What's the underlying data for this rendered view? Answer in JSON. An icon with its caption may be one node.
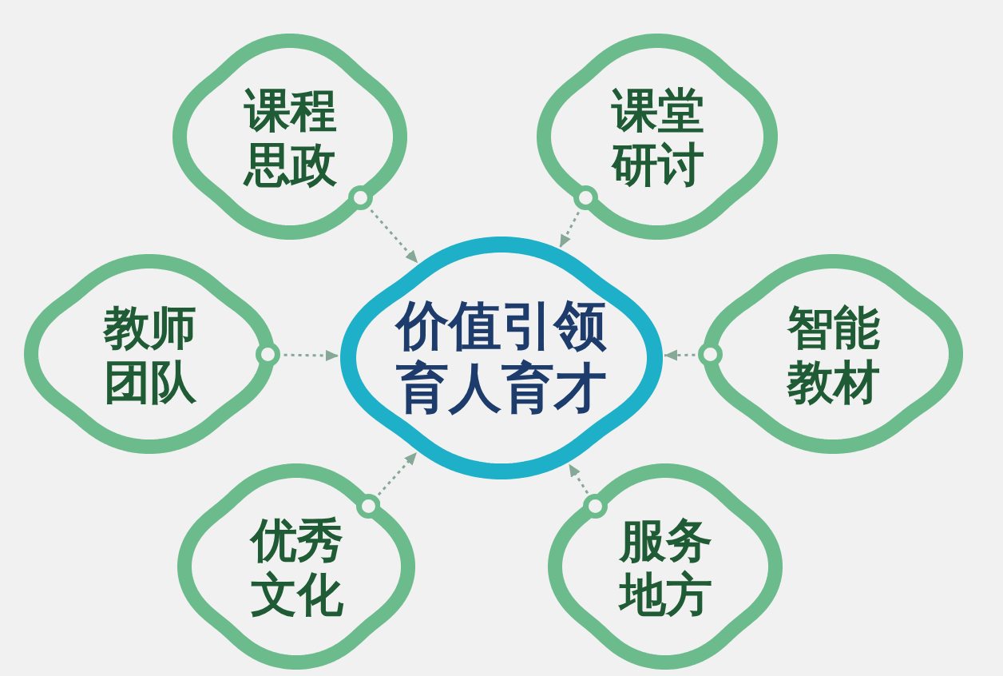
{
  "diagram": {
    "nodes": [
      {
        "text": [
          "课程思政"
        ]
      },
      {
        "text": [
          "课堂研讨"
        ]
      },
      {
        "text": [
          "教师团队"
        ]
      },
      {
        "text": [
          "价值引领育人育才"
        ]
      },
      {
        "text": [
          "智能教材"
        ]
      },
      {
        "text": [
          "优秀文化"
        ]
      },
      {
        "text": [
          "服务地方"
        ]
      }
    ],
    "edges": [
      {
        "from": 0,
        "to": 3,
        "arrow": "to",
        "style": "dashed"
      },
      {
        "from": 1,
        "to": 3,
        "arrow": "to",
        "style": "dashed"
      },
      {
        "from": 2,
        "to": 3,
        "arrow": "to",
        "style": "dashed"
      },
      {
        "from": 4,
        "to": 3,
        "arrow": "to",
        "style": "dashed"
      },
      {
        "from": 5,
        "to": 3,
        "arrow": "to",
        "style": "dashed"
      },
      {
        "from": 6,
        "to": 3,
        "arrow": "to",
        "style": "dashed"
      }
    ]
  }
}
